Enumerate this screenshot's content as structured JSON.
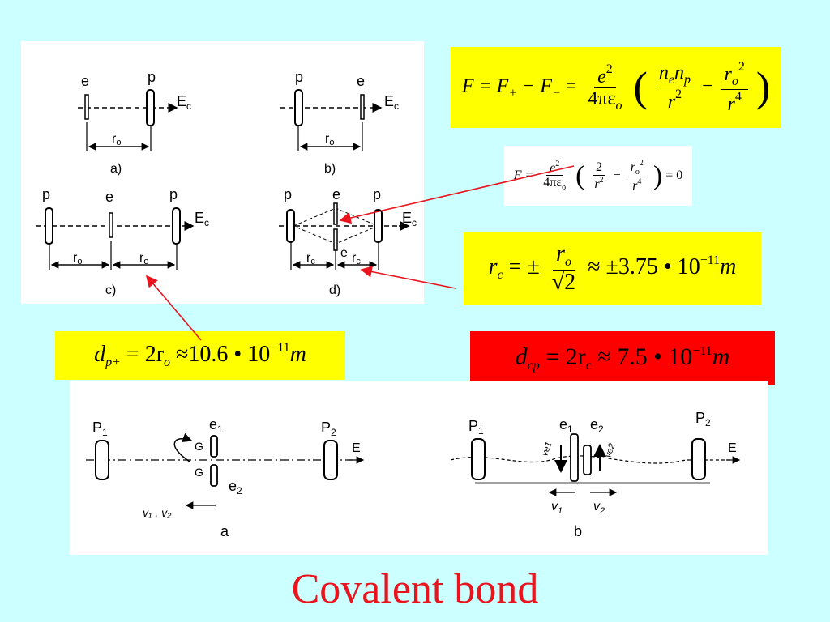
{
  "title": "Covalent bond",
  "colors": {
    "background": "#ccffff",
    "title": "#e8141e",
    "yellow_box": "#ffff00",
    "red_box": "#ff0000",
    "arrow": "#e8141e"
  },
  "top_diagram": {
    "field_label": "E",
    "field_sub": "c",
    "radius_label": "r",
    "radius_sub": "o",
    "rc_label": "r",
    "rc_sub": "c",
    "electron": "e",
    "proton": "p",
    "captions": {
      "a": "a)",
      "b": "b)",
      "c": "c)",
      "d": "d)"
    }
  },
  "equations": {
    "force_main": {
      "lhs": "F = F",
      "plus": "+",
      "minus_sign": " − F",
      "minus": "−",
      "eq": " =",
      "e2": "e",
      "den": "4πε",
      "den_sub": "o",
      "ne": "n",
      "ne_sub": "e",
      "np": "n",
      "np_sub": "p",
      "r2": "r",
      "ro2": "r",
      "ro_sub": "o",
      "r4": "r",
      "exp2": "2",
      "exp4": "4",
      "minus_mid": "−"
    },
    "force_zero": {
      "lhs": "F =",
      "two": "2",
      "eq_zero": "= 0"
    },
    "rc": {
      "lhs": "r",
      "lhs_sub": "c",
      "pm": "= ±",
      "num": "r",
      "num_sub": "o",
      "den": "√2",
      "approx": "≈ ±3.75 • 10",
      "exp": "−11",
      "unit": "m"
    },
    "dp": {
      "lhs": "d",
      "lhs_sub": "p+",
      "rhs": "= 2r",
      "rhs_sub": "o",
      "approx": "≈10.6 • 10",
      "exp": "−11",
      "unit": "m"
    },
    "dcp": {
      "lhs": "d",
      "lhs_sub": "cp",
      "rhs": "= 2r",
      "rhs_sub": "c",
      "approx": "≈ 7.5 • 10",
      "exp": "−11",
      "unit": "m"
    }
  },
  "bottom_diagram": {
    "p1": "P",
    "p1_sub": "1",
    "p2": "P",
    "p2_sub": "2",
    "e1": "e",
    "e1_sub": "1",
    "e2": "e",
    "e2_sub": "2",
    "field": "E",
    "velocities": "v₁ , v₂",
    "v1": "v",
    "v1_sub": "1",
    "v2": "v",
    "v2_sub": "2",
    "ve1": "ve1",
    "ve2": "ve2",
    "caption_a": "a",
    "caption_b": "b"
  }
}
